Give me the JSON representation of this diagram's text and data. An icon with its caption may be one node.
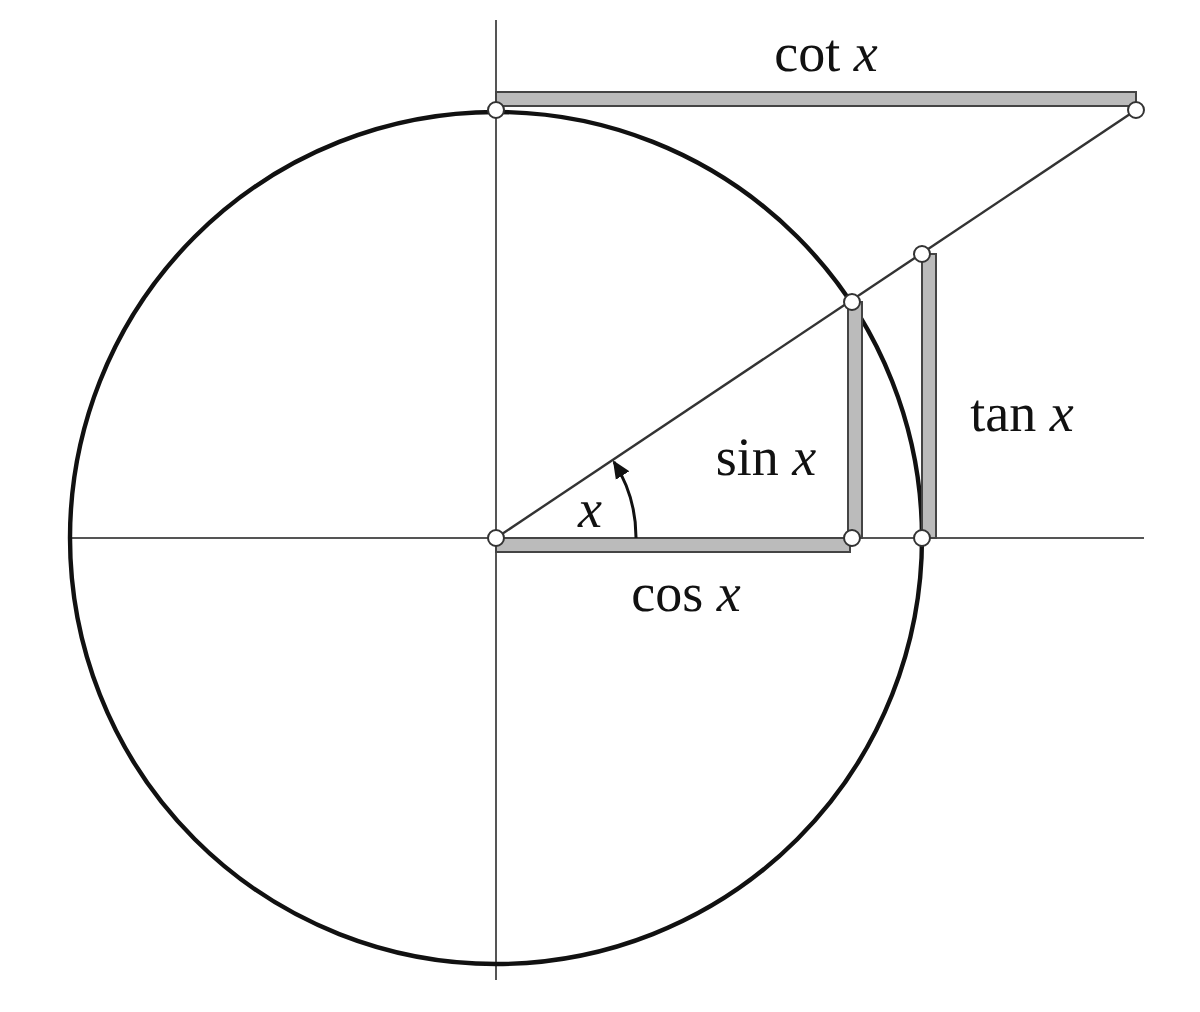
{
  "diagram": {
    "labels": [
      "cot *x*",
      "tan *x*",
      "sin *x*",
      "*x*",
      "cos *x*"
    ]
  }
}
